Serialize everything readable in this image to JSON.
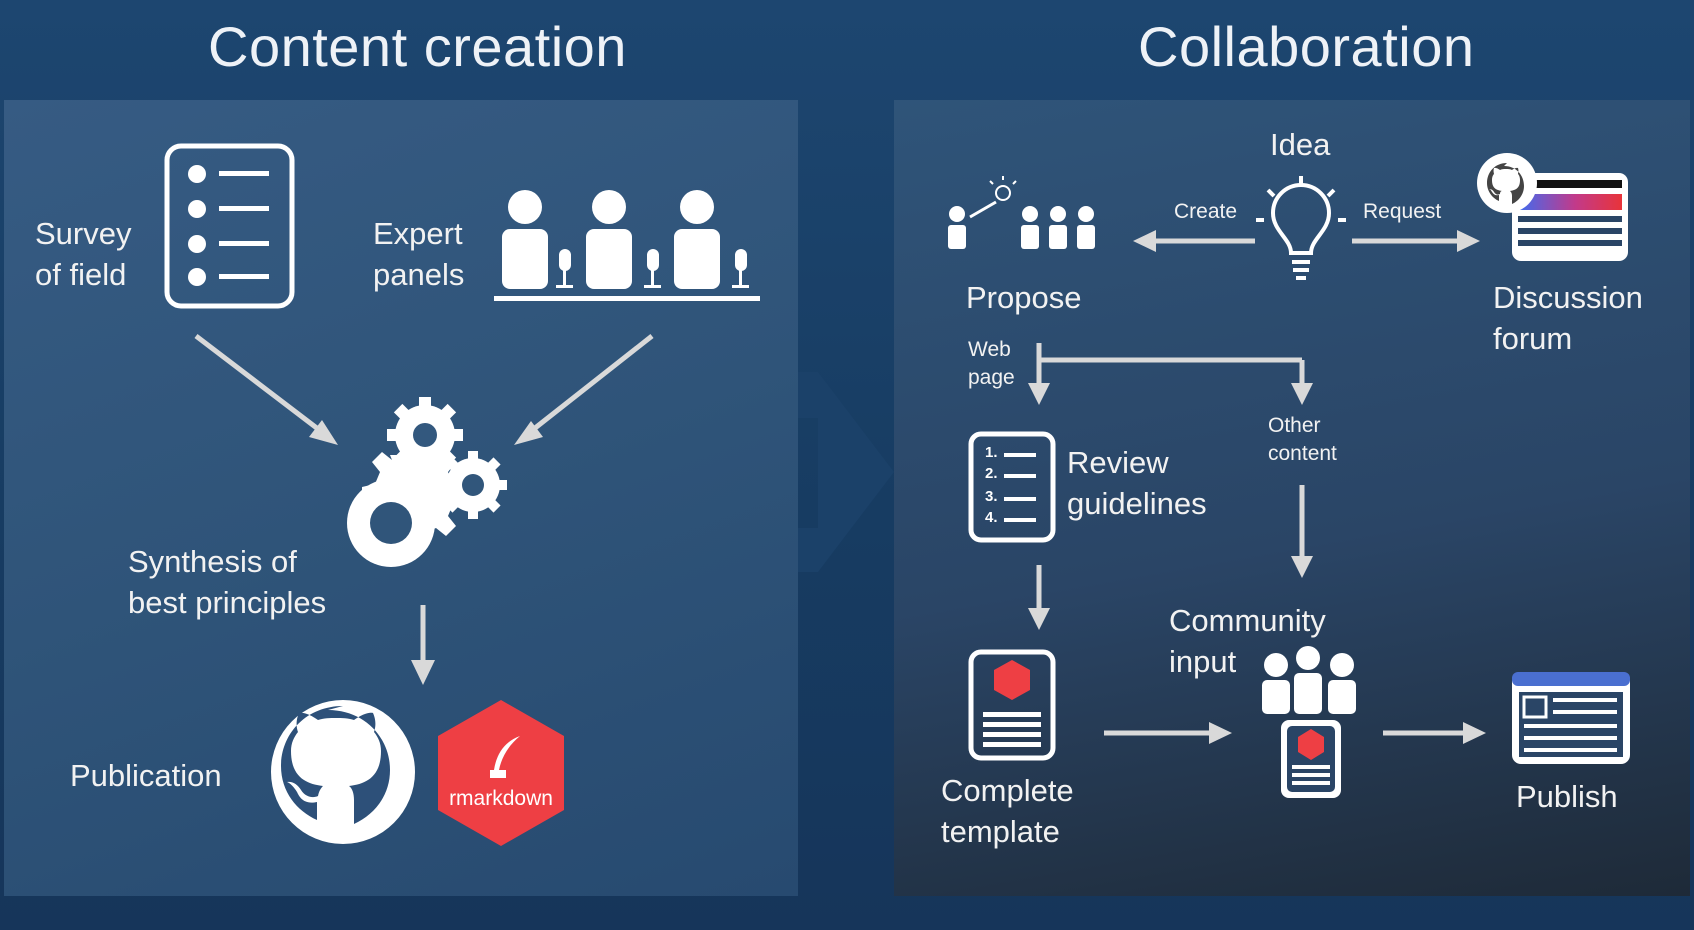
{
  "titles": {
    "left": "Content creation",
    "right": "Collaboration"
  },
  "left": {
    "survey": "Survey\nof field",
    "expert": "Expert\npanels",
    "synthesis": "Synthesis of\nbest principles",
    "publication": "Publication",
    "rmarkdown_logo_text": "rmarkdown"
  },
  "right": {
    "idea": "Idea",
    "create": "Create",
    "request": "Request",
    "propose": "Propose",
    "discussion": "Discussion\nforum",
    "web_page": "Web\npage",
    "other_content": "Other\ncontent",
    "review": "Review\nguidelines",
    "guideline_numbers": [
      "1.",
      "2.",
      "3.",
      "4."
    ],
    "community": "Community\ninput",
    "complete": "Complete\ntemplate",
    "publish": "Publish"
  },
  "colors": {
    "background": "#1a4068",
    "panel_left": "#2f5479",
    "panel_right": "#2a4566",
    "arrow": "#d9d9d9",
    "rmarkdown_red": "#ee3f44",
    "forum_gradient": [
      "#3f6cf0",
      "#c23a8a",
      "#e8343a"
    ]
  }
}
